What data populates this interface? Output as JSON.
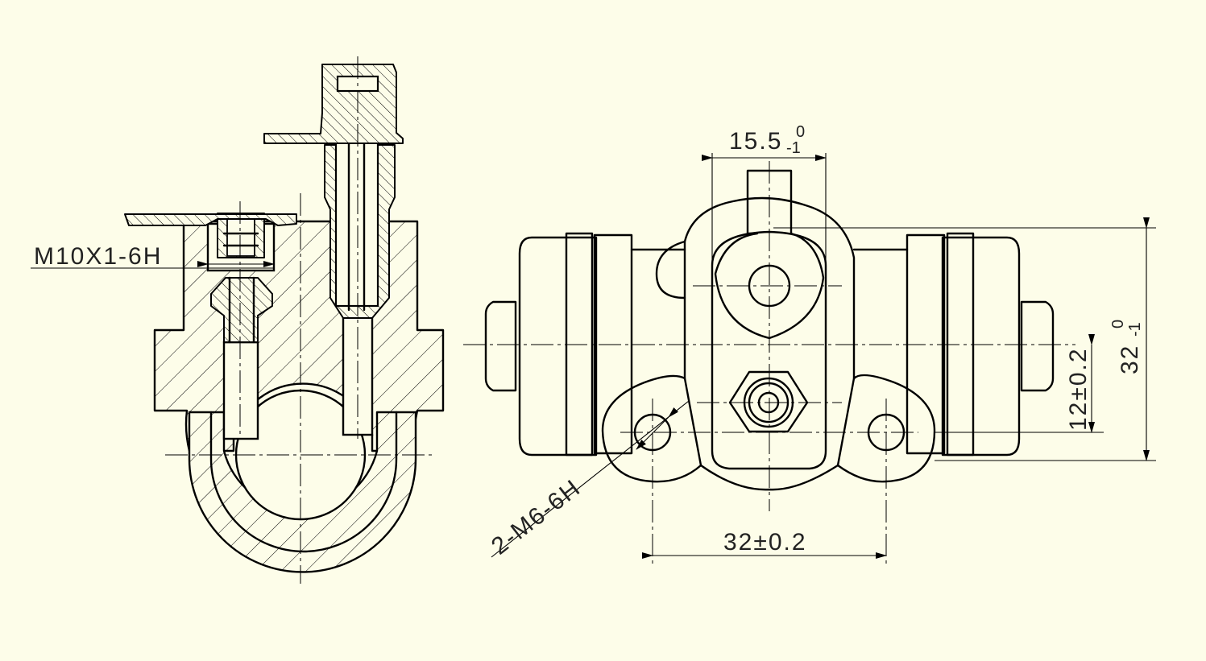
{
  "labels": {
    "thread_main": "M10X1-6H",
    "width_top": "15.5",
    "width_top_upper": "0",
    "width_top_lower": "-1",
    "height_right": "32",
    "height_right_upper": "0",
    "height_right_lower": "-1",
    "offset": "12±0.2",
    "holes": "2-M6-6H",
    "spacing_bottom": "32±0.2"
  },
  "colors": {
    "background": "#fdfde9",
    "ink": "#000000"
  }
}
